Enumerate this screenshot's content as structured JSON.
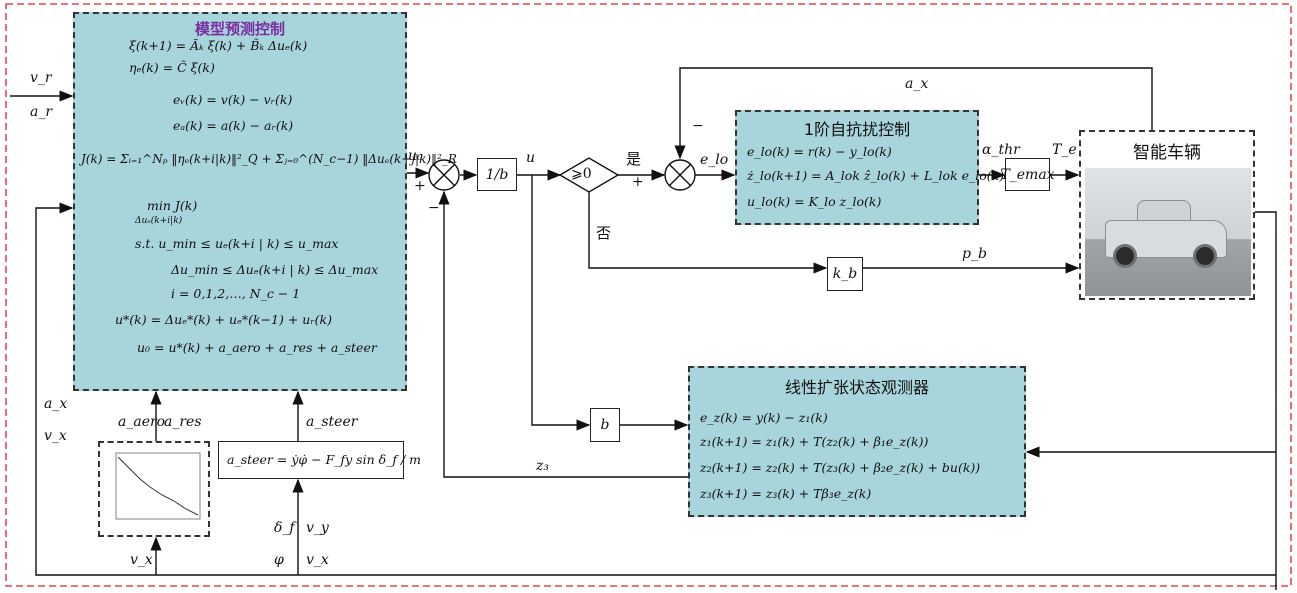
{
  "mpc": {
    "title": "模型预测控制",
    "eq": [
      "ξ(k+1) = Ãₖ ξ(k) + B̃ₖ Δuₑ(k)",
      "ηₑ(k) = C̃ ξ(k)",
      "eᵥ(k) = v(k) − vᵣ(k)",
      "eₐ(k) = a(k) − aᵣ(k)",
      "J(k) = Σᵢ₌₁^Nₚ ‖ηₑ(k+i|k)‖²_Q + Σⱼ₌₀^(N_c−1) ‖Δuₑ(k+j|k)‖²_R",
      "min J(k)",
      "Δuₑ(k+i|k)",
      "s.t.  u_min ≤ uₑ(k+i | k) ≤ u_max",
      "Δu_min ≤ Δuₑ(k+i | k) ≤ Δu_max",
      "i = 0,1,2,…, N_c − 1",
      "u*(k) = Δuₑ*(k) + uₑ*(k−1) + uᵣ(k)",
      "u₀ = u*(k) + a_aero + a_res + a_steer"
    ]
  },
  "adrc": {
    "title": "1阶自抗扰控制",
    "eq": [
      "e_lo(k) = r(k) − y_lo(k)",
      "ż_lo(k+1) = A_lok ẑ_lo(k) + L_lok e_lo(k)",
      "u_lo(k) = K_lo z_lo(k)"
    ]
  },
  "eso": {
    "title": "线性扩张状态观测器",
    "eq": [
      "e_z(k) = y(k) − z₁(k)",
      "z₁(k+1) = z₁(k) + T(z₂(k) + β₁e_z(k))",
      "z₂(k+1) = z₂(k) + T(z₃(k) + β₂e_z(k) + bu(k))",
      "z₃(k+1) = z₃(k) + Tβ₃e_z(k)"
    ]
  },
  "vehicle": {
    "title": "智能车辆"
  },
  "blocks": {
    "inv_b": "1/b",
    "ge0": "⩾0",
    "t_emax": "T_emax",
    "k_b": "k_b",
    "b": "b",
    "steer_eq": "a_steer = ẏφ̇ − F_fy sin δ_f / m"
  },
  "signals": {
    "v_r": "v_r",
    "a_r": "a_r",
    "u0": "u₀",
    "u": "u",
    "yes": "是",
    "no": "否",
    "e_lo": "e_lo",
    "a_x_top": "a_x",
    "alpha_thr": "α_thr",
    "T_e": "T_e",
    "p_b": "p_b",
    "z3": "z₃",
    "a_x_left": "a_x",
    "v_x_left": "v_x",
    "a_aero": "a_aero",
    "a_res": "a_res",
    "a_steer": "a_steer",
    "v_x_bottom": "v_x",
    "delta_f": "δ_f",
    "v_y": "v_y",
    "phi": "φ",
    "v_x_bottom2": "v_x"
  },
  "signs": {
    "sum1_plus": "+",
    "sum1_minus": "−",
    "sum2_plus": "+",
    "sum2_minus": "−"
  },
  "colors": {
    "frame": "#e02020",
    "block_fill": "#a8d5dc",
    "mpc_title": "#7a2fa0"
  }
}
